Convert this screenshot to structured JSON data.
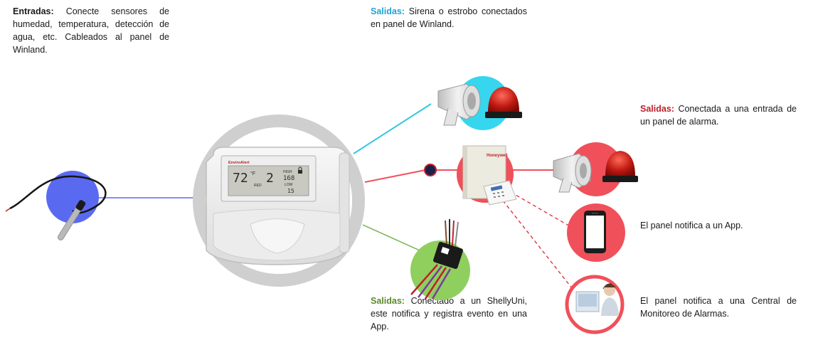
{
  "texts": {
    "entradas": {
      "label": "Entradas:",
      "body": "Conecte sensores de humedad, temperatura, detección de agua, etc. Cableados al panel de Winland."
    },
    "salidas_sirena": {
      "label": "Salidas:",
      "body": "Sirena o estrobo conectados en panel de Winland."
    },
    "salidas_alarma": {
      "label": "Salidas:",
      "body": "Conectada a una entrada de un panel de alarma."
    },
    "panel_app": "El panel notifica a un App.",
    "panel_central": "El panel notifica a una Central de Monitoreo de Alarmas.",
    "salidas_shelly": {
      "label": "Salidas:",
      "body": "Conectado a un ShellyUni, este notifica y registra evento en una App."
    }
  },
  "device": {
    "brand": "EnviroAlert",
    "reading_main": "72",
    "unit": "°F",
    "zone": "2",
    "status": "RED",
    "high_label": "HIGH",
    "high_value": "168",
    "low_label": "LOW",
    "low_value": "15",
    "panel_brand": "Honeywell"
  },
  "colors": {
    "entradas_label": "#1a1a1a",
    "salidas_sirena_label": "#1fa3d6",
    "salidas_alarma_label": "#c0202a",
    "salidas_shelly_label": "#5a8a2a",
    "blue_node": "#5a6af0",
    "cyan_node": "#35d6ee",
    "red_node": "#f0505a",
    "green_node": "#8fcf5e",
    "gray_ring": "#cfcfcf"
  }
}
